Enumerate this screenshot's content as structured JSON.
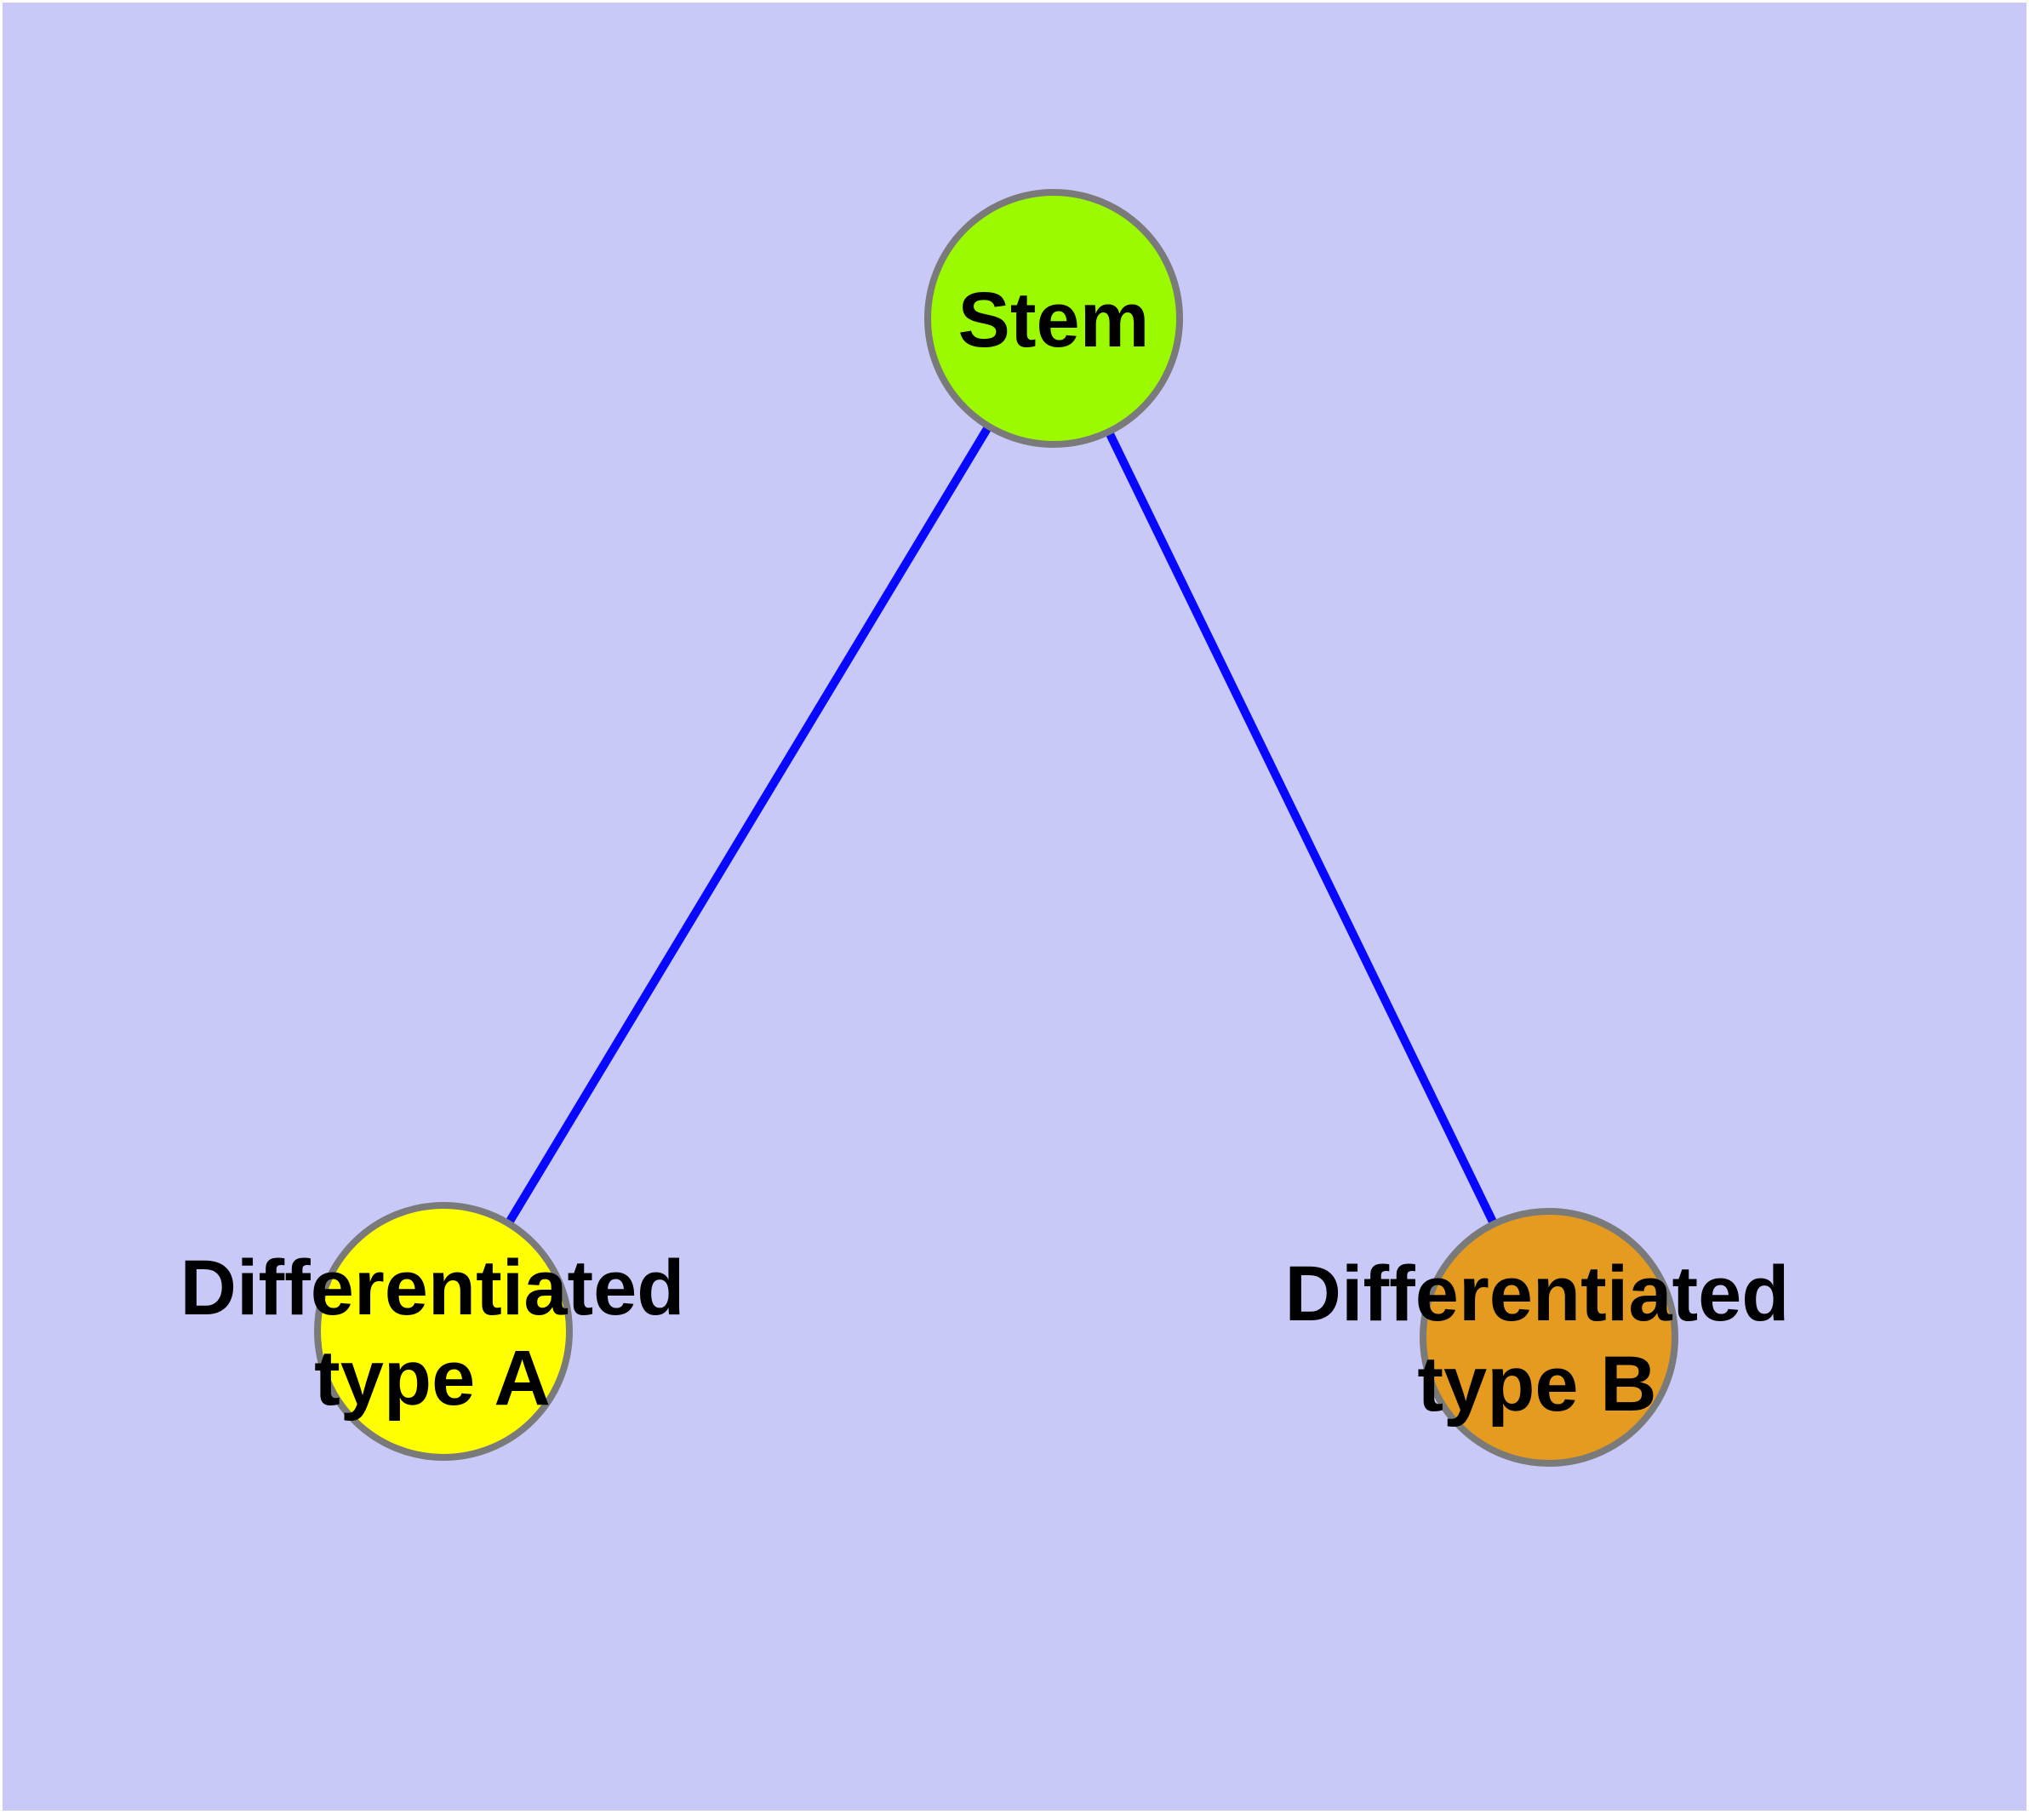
{
  "figure": {
    "frame_background": "#FFFFFF",
    "plot_background": "#C9C9F8"
  },
  "graph": {
    "edge_color": "#0808FF",
    "node_border_color": "#7A7A7A",
    "label_color": "#000000",
    "nodes": [
      {
        "id": "stem",
        "label": "Stem",
        "color": "#9BF900"
      },
      {
        "id": "typeA",
        "label_line1": "Differentiated",
        "label_line2": "type A",
        "color": "#FFFF00"
      },
      {
        "id": "typeB",
        "label_line1": "Differentiated",
        "label_line2": "type B",
        "color": "#E49B20"
      }
    ],
    "edges": [
      {
        "from": "Stem",
        "to": "Differentiated type A"
      },
      {
        "from": "Stem",
        "to": "Differentiated type B"
      }
    ]
  }
}
